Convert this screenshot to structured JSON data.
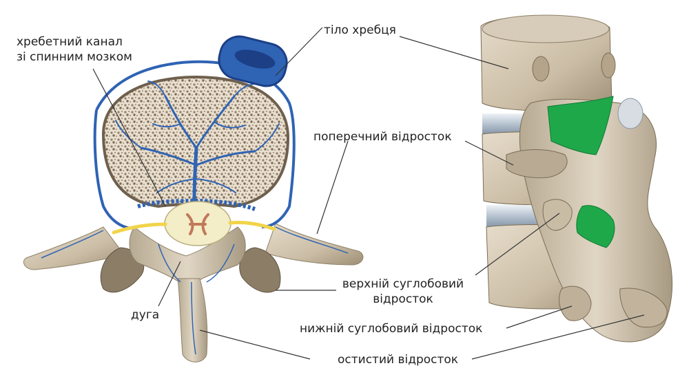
{
  "labels": {
    "spinal_canal_line1": "хребетний канал",
    "spinal_canal_line2": "зі спинним мозком",
    "vertebral_body": "тіло хребця",
    "transverse_process": "поперечний відросток",
    "arch": "дуга",
    "superior_articular_line1": "верхній суглобовий",
    "superior_articular_line2": "відросток",
    "inferior_articular": "нижній суглобовий відросток",
    "spinous_process": "остистий відросток"
  },
  "colors": {
    "bone": "#d9cdb8",
    "bone_shadow": "#a89a82",
    "spongy_bone": "#a89680",
    "vein_blue": "#2f63b4",
    "vein_dark": "#1c3f86",
    "nerve_yellow": "#f2d44b",
    "cord": "#f3edc8",
    "ligament_green": "#1ea84a",
    "disc": "#c6d1dc",
    "leader_line": "#333333"
  }
}
